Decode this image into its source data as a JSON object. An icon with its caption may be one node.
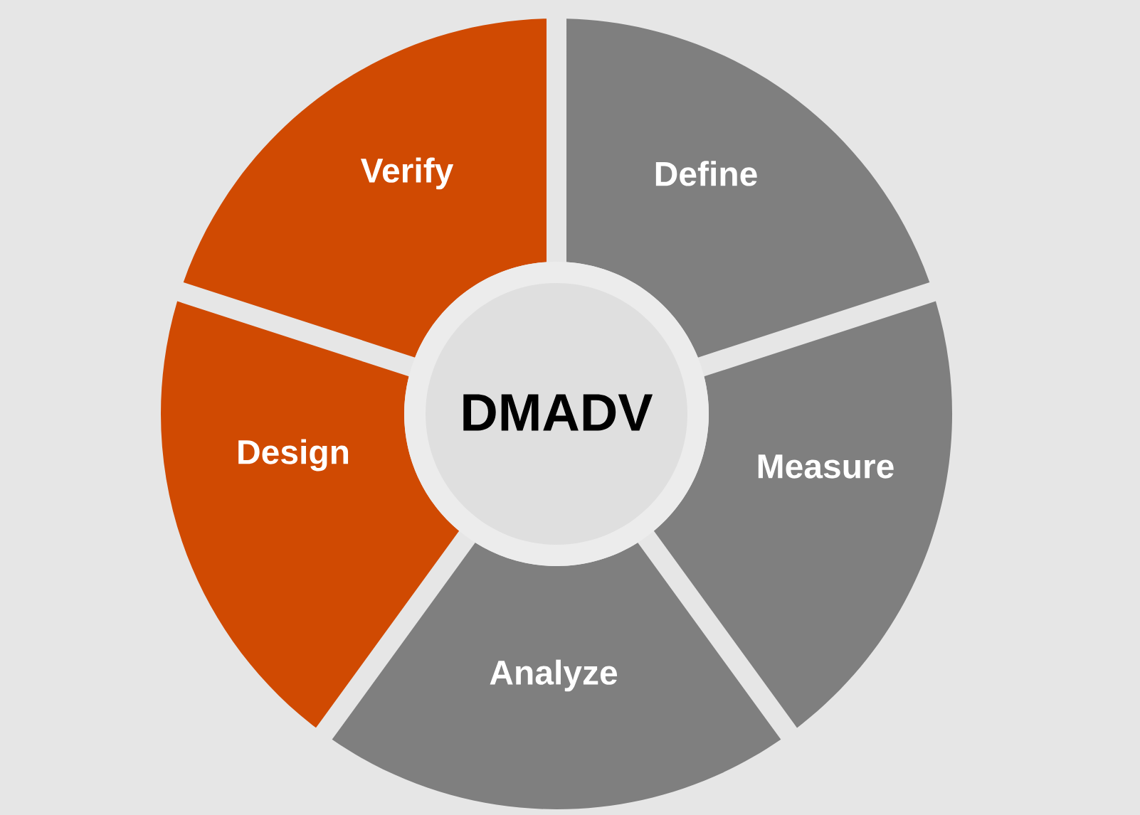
{
  "diagram": {
    "nodes": [
      {
        "text": [
          "DMADV"
        ]
      },
      {
        "text": [
          "Define"
        ]
      },
      {
        "text": [
          "Measure"
        ]
      },
      {
        "text": [
          "Analyze"
        ]
      },
      {
        "text": [
          "Design"
        ]
      },
      {
        "text": [
          "Verify"
        ]
      }
    ]
  }
}
